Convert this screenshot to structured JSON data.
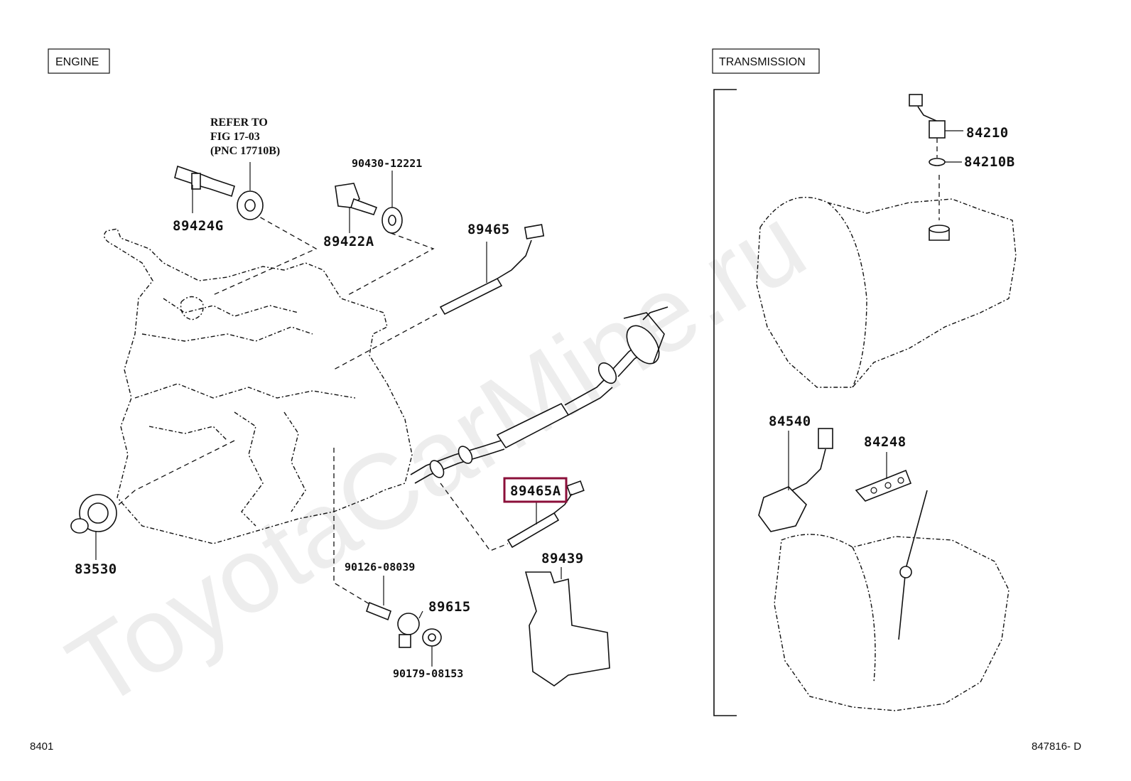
{
  "watermark": "ToyotaCarMine.ru",
  "sections": {
    "engine": "ENGINE",
    "transmission": "TRANSMISSION"
  },
  "reference_note": {
    "line1": "REFER TO",
    "line2": "FIG 17-03",
    "line3": "(PNC 17710B)"
  },
  "parts": {
    "p89424G": "89424G",
    "p90430": "90430-12221",
    "p89422A": "89422A",
    "p89465": "89465",
    "p89465A": "89465A",
    "p83530": "83530",
    "p90126": "90126-08039",
    "p89615": "89615",
    "p90179": "90179-08153",
    "p89439": "89439",
    "p84210": "84210",
    "p84210B": "84210B",
    "p84540": "84540",
    "p84248": "84248"
  },
  "highlighted_part": "89465A",
  "highlight_color": "#8b0f3a",
  "footer": {
    "page_code": "8401",
    "figure_code": "847816- D"
  }
}
